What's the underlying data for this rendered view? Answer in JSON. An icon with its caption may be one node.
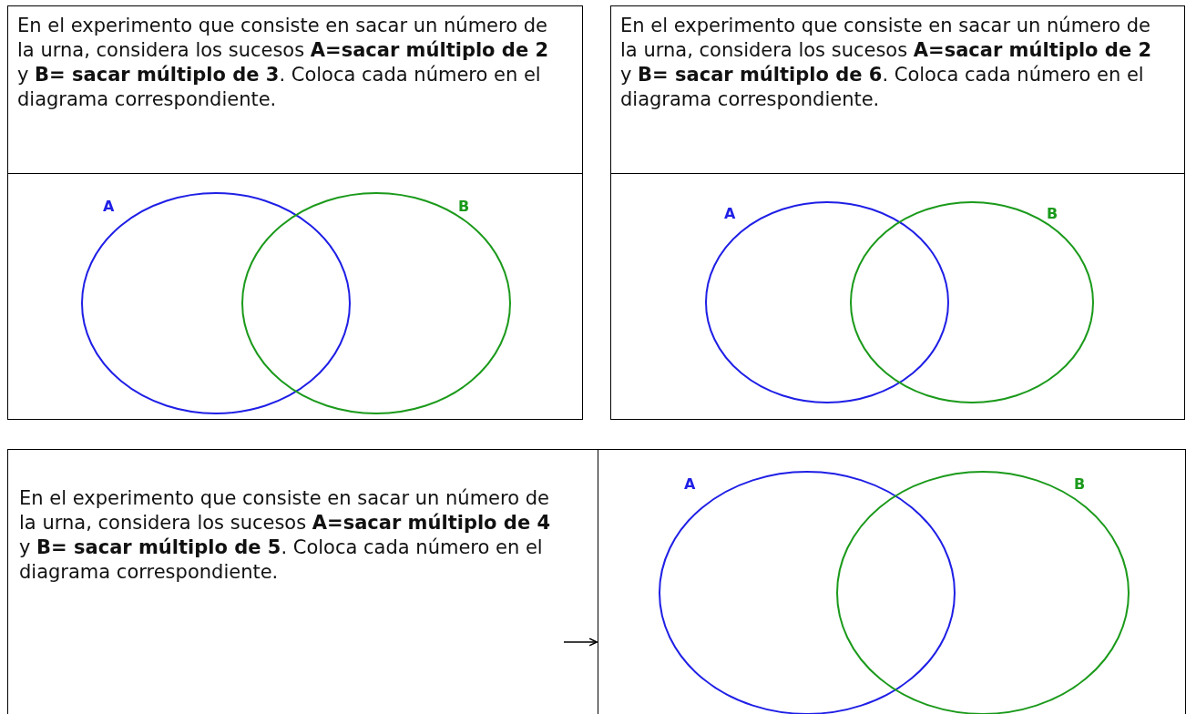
{
  "diagram": {
    "nodes": [
      {
        "text": [
          "En el experimento que consiste en sacar un número de la urna, considera los sucesos **A=sacar múltiplo de 2** y **B= sacar múltiplo de 3**. Coloca cada número en el diagrama correspondiente."
        ]
      },
      {
        "text": [],
        "shape": "box"
      },
      {
        "text": [
          "A"
        ],
        "in": 1
      },
      {
        "text": [
          "B"
        ],
        "in": 1
      },
      {
        "text": [
          "En el experimento que consiste en sacar un número de la urna, considera los sucesos **A=sacar múltiplo de 2** y **B= sacar múltiplo de 6**. Coloca cada número en el diagrama correspondiente."
        ]
      },
      {
        "text": [],
        "shape": "box"
      },
      {
        "text": [
          "A"
        ],
        "in": 5
      },
      {
        "text": [
          "B"
        ],
        "in": 5
      },
      {
        "text": [
          "En el experimento que consiste en sacar un número de la urna, considera los sucesos **A=sacar múltiplo de 4** y **B= sacar múltiplo de 5**. Coloca cada número en el diagrama correspondiente."
        ]
      },
      {
        "text": [],
        "shape": "box"
      },
      {
        "text": [
          "A"
        ],
        "in": 9
      },
      {
        "text": [
          "B"
        ],
        "in": 9
      }
    ],
    "edges": [
      {
        "from": 8,
        "to": 9,
        "arrow": "to"
      }
    ]
  }
}
